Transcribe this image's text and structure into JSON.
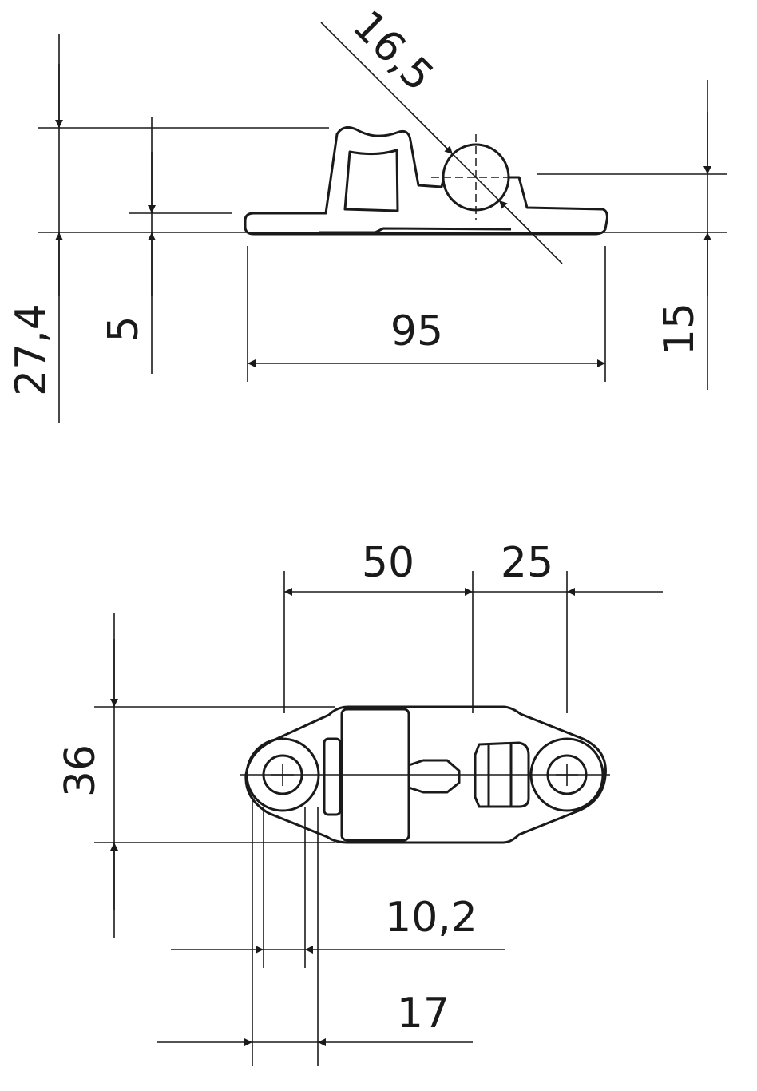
{
  "dimensions": {
    "top_view": {
      "total_height": "27,4",
      "base_thickness": "5",
      "roller_diameter": "16,5",
      "length": "95",
      "axis_height": "15"
    },
    "plan_view": {
      "width": "36",
      "hole_to_axis": "50",
      "axis_to_hole": "25",
      "inner_span": "10,2",
      "outer_span": "17"
    }
  }
}
